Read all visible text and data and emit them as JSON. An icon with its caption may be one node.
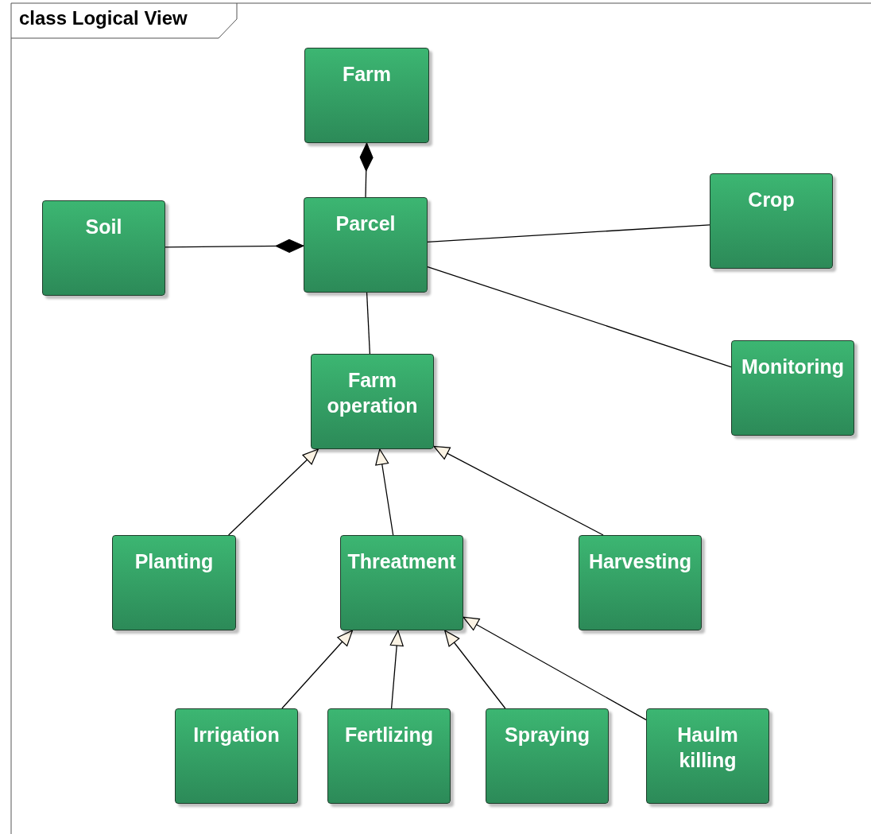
{
  "diagram": {
    "title": "class Logical View",
    "nodes": [
      {
        "text": [
          "Farm"
        ]
      },
      {
        "text": [
          "Soil"
        ]
      },
      {
        "text": [
          "Parcel"
        ]
      },
      {
        "text": [
          "Crop"
        ]
      },
      {
        "text": [
          "Farm operation"
        ]
      },
      {
        "text": [
          "Monitoring"
        ]
      },
      {
        "text": [
          "Planting"
        ]
      },
      {
        "text": [
          "Threatment"
        ]
      },
      {
        "text": [
          "Harvesting"
        ]
      },
      {
        "text": [
          "Irrigation"
        ]
      },
      {
        "text": [
          "Fertlizing"
        ]
      },
      {
        "text": [
          "Spraying"
        ]
      },
      {
        "text": [
          "Haulm killing"
        ]
      }
    ],
    "edges": [
      {
        "from": 2,
        "to": 0,
        "arrow": "other"
      },
      {
        "from": 1,
        "to": 2,
        "arrow": "other"
      },
      {
        "from": 2,
        "to": 3,
        "arrow": "none"
      },
      {
        "from": 2,
        "to": 5,
        "arrow": "none"
      },
      {
        "from": 2,
        "to": 4,
        "arrow": "none"
      },
      {
        "from": 6,
        "to": 4,
        "arrow": "to"
      },
      {
        "from": 7,
        "to": 4,
        "arrow": "to"
      },
      {
        "from": 8,
        "to": 4,
        "arrow": "to"
      },
      {
        "from": 9,
        "to": 7,
        "arrow": "to"
      },
      {
        "from": 10,
        "to": 7,
        "arrow": "to"
      },
      {
        "from": 11,
        "to": 7,
        "arrow": "to"
      },
      {
        "from": 12,
        "to": 7,
        "arrow": "to"
      }
    ]
  }
}
